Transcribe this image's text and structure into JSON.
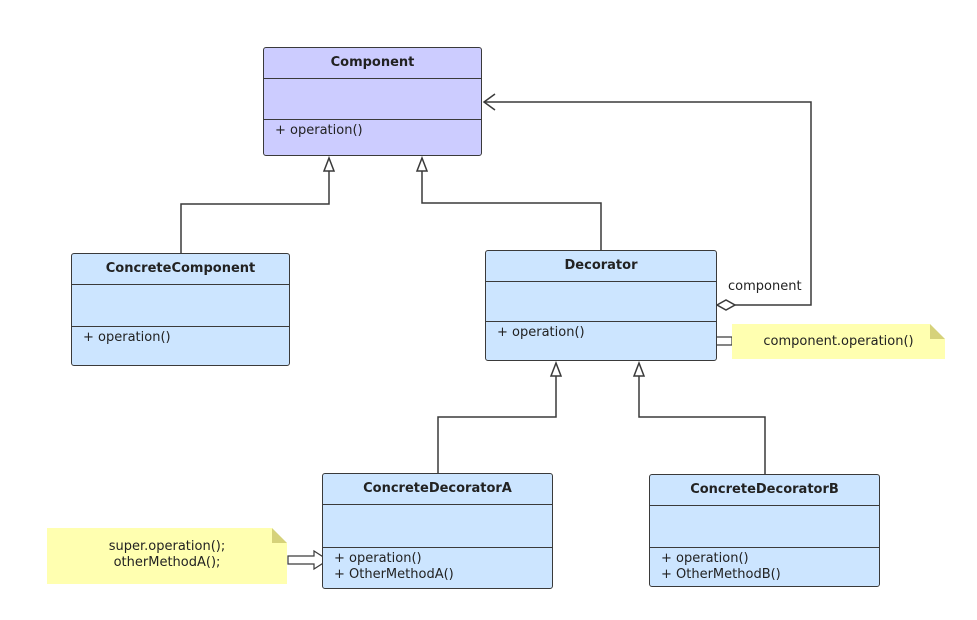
{
  "diagram": {
    "classes": [
      {
        "id": "component",
        "name": "Component",
        "operations": [
          "+ operation()"
        ]
      },
      {
        "id": "concrete-component",
        "name": "ConcreteComponent",
        "operations": [
          "+ operation()"
        ]
      },
      {
        "id": "decorator",
        "name": "Decorator",
        "operations": [
          "+ operation()"
        ]
      },
      {
        "id": "concrete-decorator-a",
        "name": "ConcreteDecoratorA",
        "operations": [
          "+ operation()",
          "+ OtherMethodA()"
        ]
      },
      {
        "id": "concrete-decorator-b",
        "name": "ConcreteDecoratorB",
        "operations": [
          "+ operation()",
          "+ OtherMethodB()"
        ]
      }
    ],
    "notes": [
      {
        "id": "decorator-note",
        "lines": [
          "component.operation()"
        ]
      },
      {
        "id": "concrete-decorator-a-note",
        "lines": [
          "super.operation();",
          "otherMethodA();"
        ]
      }
    ],
    "association_label": "component",
    "colors": {
      "abstract_class_fill": "#ccccff",
      "class_fill": "#cce5ff",
      "note_fill": "#ffffb0",
      "line": "#3a3a3a"
    }
  }
}
